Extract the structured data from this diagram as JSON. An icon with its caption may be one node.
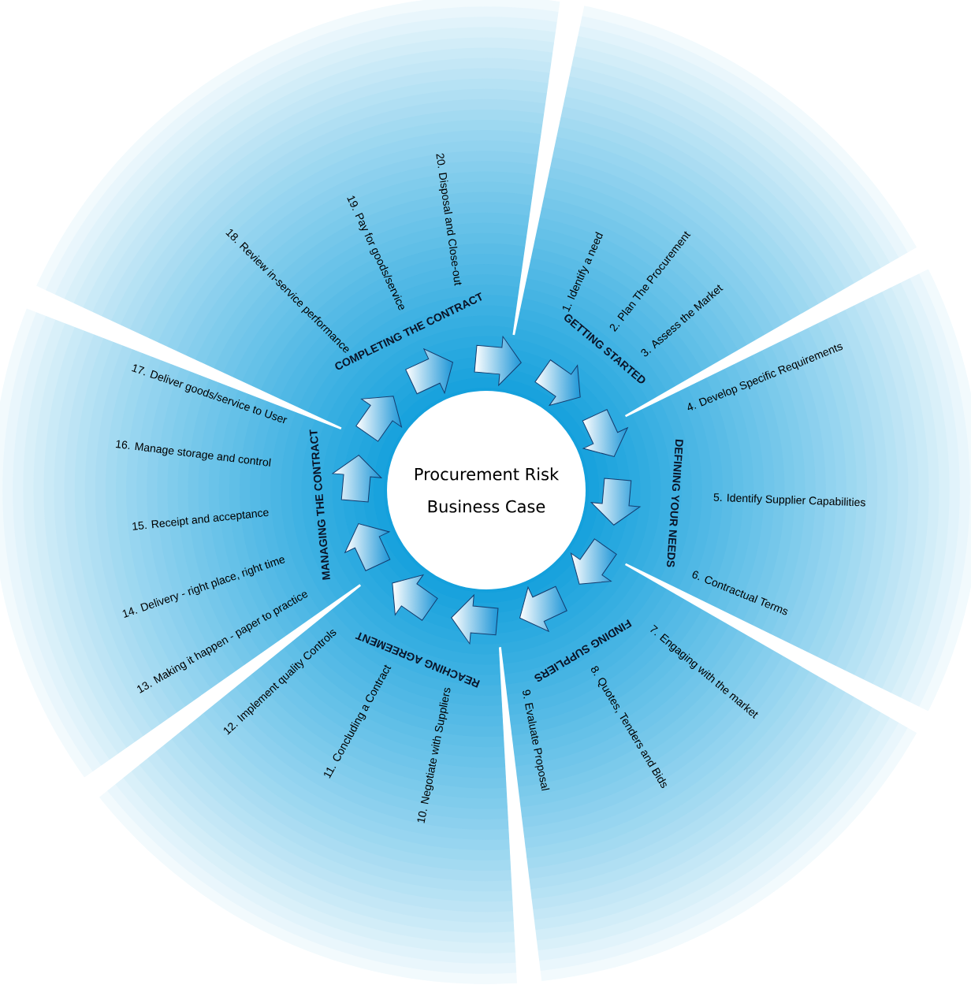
{
  "diagram": {
    "nodes": [
      {
        "text": [
          "Procurement Risk",
          "Business Case"
        ]
      }
    ],
    "labels": [
      "1. Identify a need",
      "2. Plan The Procurement",
      "3. Assess the Market",
      "4. Develop Specific Requirements",
      "5. Identify Supplier Capabilities",
      "6. Contractual Terms",
      "7. Engaging with the market",
      "8. Quotes, Tenders and Bids",
      "9. Evaluate Proposal",
      "10. Negotiate with Suppliers",
      "11. Concluding a Contract",
      "12. Implement quality Controls",
      "13. Making it happen - paper to practice",
      "14. Delivery - right place, right time",
      "15. Receipt and acceptance",
      "16. Manage storage and control",
      "17. Deliver goods/service to User",
      "18. Review in-service performance",
      "19. Pay for goods/service",
      "20. Disposal and Close-out",
      "GETTING STARTED",
      "DEFINING YOUR NEEDS",
      "FINDING SUPPLIERS",
      "REACHING AGREEMENT",
      "MANAGING THE CONTRACT",
      "COMPLETING THE CONTRACT"
    ]
  }
}
